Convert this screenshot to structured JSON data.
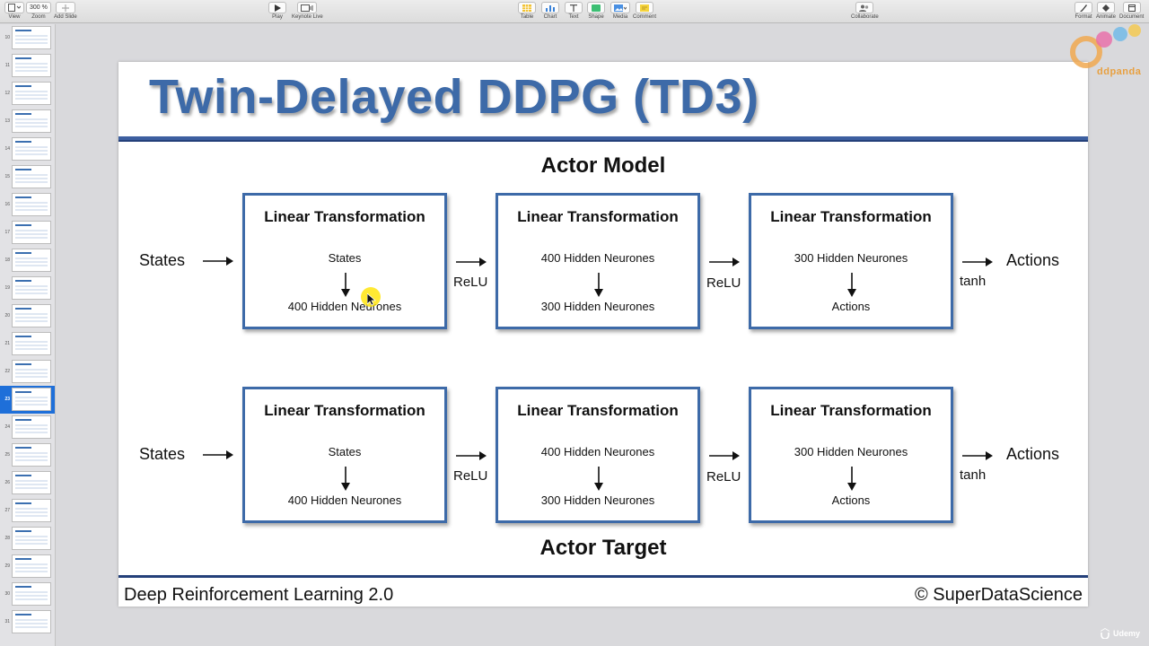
{
  "toolbar": {
    "view_label": "View",
    "zoom_value": "300 %",
    "zoom_label": "Zoom",
    "add_slide_label": "Add Slide",
    "play_label": "Play",
    "keynote_live_label": "Keynote Live",
    "table_label": "Table",
    "chart_label": "Chart",
    "text_label": "Text",
    "shape_label": "Shape",
    "media_label": "Media",
    "comment_label": "Comment",
    "collaborate_label": "Collaborate",
    "format_label": "Format",
    "animate_label": "Animate",
    "document_label": "Document"
  },
  "navigator": {
    "slides": [
      "10",
      "11",
      "12",
      "13",
      "14",
      "15",
      "16",
      "17",
      "18",
      "19",
      "20",
      "21",
      "22",
      "23",
      "24",
      "25",
      "26",
      "27",
      "28",
      "29",
      "30",
      "31"
    ],
    "selected": "23"
  },
  "slide": {
    "title": "Twin-Delayed DDPG (TD3)",
    "actor_model_title": "Actor Model",
    "actor_target_title": "Actor Target",
    "states_label": "States",
    "actions_label": "Actions",
    "relu_label": "ReLU",
    "tanh_label": "tanh",
    "box_title": "Linear Transformation",
    "box1": {
      "top": "States",
      "bottom": "400 Hidden Neurones"
    },
    "box2": {
      "top": "400 Hidden Neurones",
      "bottom": "300 Hidden Neurones"
    },
    "box3": {
      "top": "300 Hidden Neurones",
      "bottom": "Actions"
    },
    "footer_left": "Deep Reinforcement Learning 2.0",
    "footer_right": "© SuperDataScience"
  },
  "watermarks": {
    "brand": "ddpanda",
    "udemy": "Udemy"
  },
  "colors": {
    "title_blue": "#3d6aa8",
    "rule_blue": "#24407a",
    "box_border": "#3d6aa8",
    "selected_slide": "#1e6fd9",
    "cursor_highlight": "#ffe400"
  }
}
